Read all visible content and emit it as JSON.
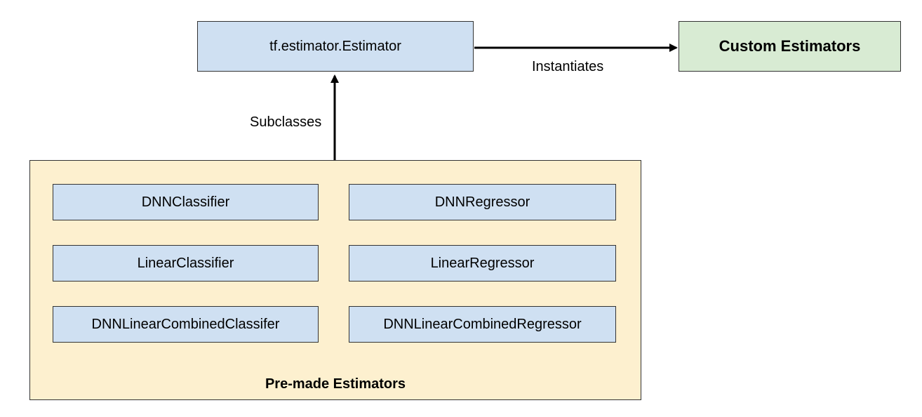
{
  "nodes": {
    "estimator": "tf.estimator.Estimator",
    "custom": "Custom Estimators",
    "group_title": "Pre-made Estimators",
    "premade": [
      "DNNClassifier",
      "DNNRegressor",
      "LinearClassifier",
      "LinearRegressor",
      "DNNLinearCombinedClassifer",
      "DNNLinearCombinedRegressor"
    ]
  },
  "edges": {
    "instantiates": "Instantiates",
    "subclasses": "Subclasses"
  },
  "colors": {
    "estimator_fill": "#cfe0f2",
    "custom_fill": "#d8ebd3",
    "group_fill": "#fdf0cf",
    "stroke": "#000000"
  }
}
